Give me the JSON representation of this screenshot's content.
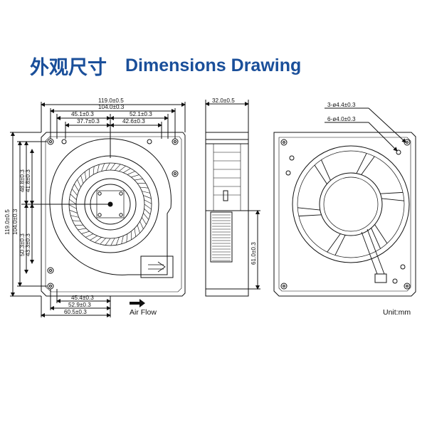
{
  "title": {
    "chinese": "外观尺寸",
    "english": "Dimensions Drawing"
  },
  "front_view": {
    "overall_width": "119.0±0.5",
    "mount_width": "104.0±0.3",
    "left_half_width": "45.1±0.3",
    "right_half_width": "52.1±0.3",
    "left_inner_width": "37.7±0.3",
    "right_inner_width": "42.6±0.3",
    "overall_height": "119.0±0.5",
    "mount_height": "104.0±0.3",
    "upper_height_a": "48.8±0.3",
    "upper_height_b": "41.8±0.3",
    "lower_height_a": "50.3±0.3",
    "lower_height_b": "43.3±0.3",
    "outlet_width_a": "45.4±0.3",
    "outlet_width_b": "52.9±0.3",
    "outlet_width_c": "60.5±0.3",
    "air_flow_label": "Air Flow"
  },
  "side_view": {
    "thickness": "32.0±0.5",
    "outlet_height": "61.0±0.3"
  },
  "back_view": {
    "hole_note_1": "3-ø4.4±0.3",
    "hole_note_2": "6-ø4.0±0.3"
  },
  "unit_label": "Unit:mm"
}
